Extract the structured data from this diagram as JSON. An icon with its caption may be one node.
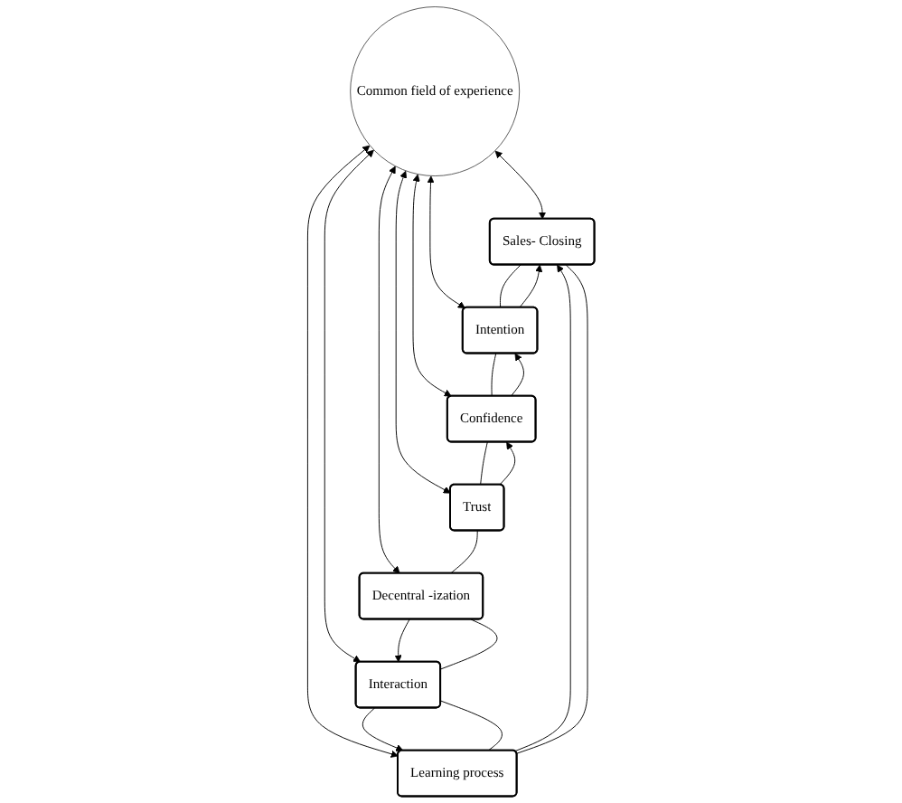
{
  "diagram": {
    "nodes": [
      {
        "text": [
          "Sales- Closing"
        ]
      },
      {
        "text": [
          "Intention"
        ]
      },
      {
        "text": [
          "Learning process"
        ]
      },
      {
        "text": [
          "Common field of experience"
        ]
      },
      {
        "text": [
          "Confidence"
        ]
      },
      {
        "text": [
          "Interaction"
        ]
      },
      {
        "text": [
          "Trust"
        ]
      },
      {
        "text": [
          "Decentral -ization"
        ]
      }
    ],
    "edges": [
      {
        "from": 3,
        "to": 0,
        "arrow": "both"
      },
      {
        "from": 3,
        "to": 1,
        "arrow": "both"
      },
      {
        "from": 3,
        "to": 2,
        "arrow": "both"
      },
      {
        "from": 3,
        "to": 4,
        "arrow": "both"
      },
      {
        "from": 3,
        "to": 5,
        "arrow": "both"
      },
      {
        "from": 3,
        "to": 6,
        "arrow": "both"
      },
      {
        "from": 3,
        "to": 7,
        "arrow": "both"
      },
      {
        "from": 6,
        "to": 4,
        "arrow": "to"
      },
      {
        "from": 4,
        "to": 1,
        "arrow": "to"
      },
      {
        "from": 1,
        "to": 0,
        "arrow": "to"
      },
      {
        "from": 2,
        "to": 0,
        "arrow": "to"
      },
      {
        "from": 5,
        "to": 2,
        "arrow": "to"
      },
      {
        "from": 7,
        "to": 5,
        "arrow": "to"
      },
      {
        "from": 0,
        "to": 1,
        "arrow": "none"
      },
      {
        "from": 1,
        "to": 4,
        "arrow": "none"
      },
      {
        "from": 4,
        "to": 6,
        "arrow": "none"
      },
      {
        "from": 6,
        "to": 7,
        "arrow": "none"
      },
      {
        "from": 7,
        "to": 5,
        "arrow": "none"
      },
      {
        "from": 5,
        "to": 2,
        "arrow": "none"
      },
      {
        "from": 2,
        "to": 0,
        "arrow": "none"
      }
    ]
  }
}
